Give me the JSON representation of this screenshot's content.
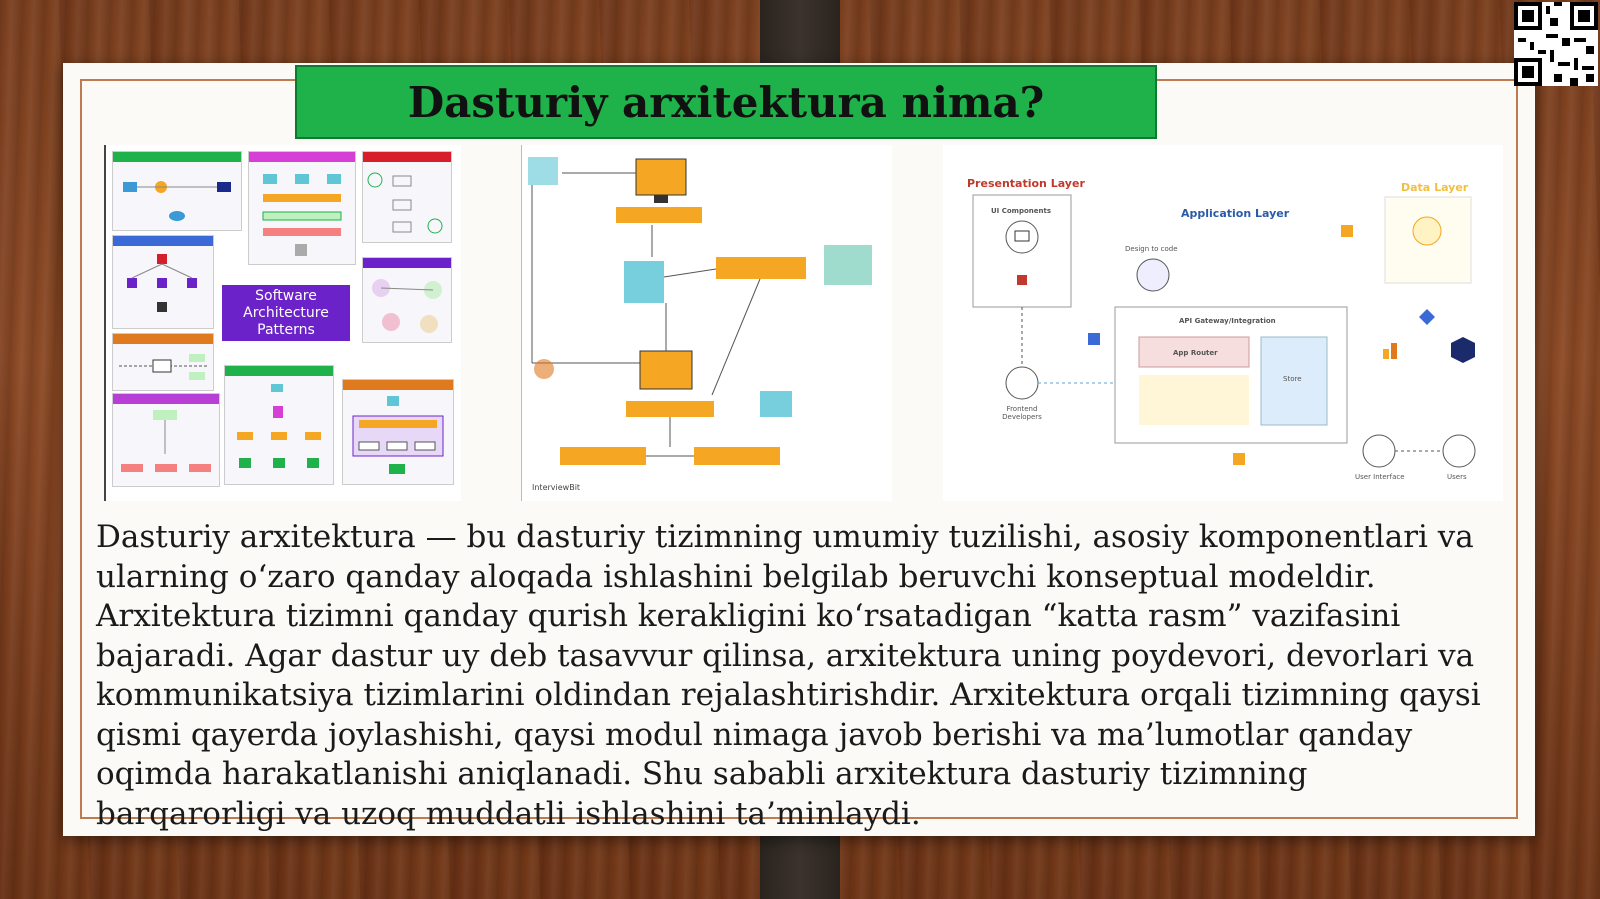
{
  "slide": {
    "title": "Dasturiy arxitektura nima?",
    "body": "Dasturiy arxitektura — bu dasturiy tizimning umumiy tuzilishi, asosiy komponentlari va ularning o‘zaro qanday aloqada ishlashini belgilab beruvchi konseptual modeldir. Arxitektura tizimni qanday qurish kerakligini ko‘rsatadigan “katta rasm” vazifasini bajaradi. Agar dastur uy deb tasavvur qilinsa, arxitektura uning poydevori, devorlari va kommunikatsiya tizimlarini oldindan rejalashtirishdir. Arxitektura orqali tizimning qaysi qismi qayerda joylashishi, qaysi modul nimaga javob berishi va ma’lumotlar qanday oqimda harakatlanishi aniqlanadi. Shu sababli arxitektura dasturiy tizimning barqarorligi va uzoq muddatli ishlashini ta’minlaydi."
  },
  "images": {
    "patterns": {
      "center_label": "Software Architecture Patterns",
      "tile_colors": [
        "#1fb14a",
        "#d63fd6",
        "#d61f2a",
        "#3b6ad6",
        "#6b22c9",
        "#e07a1f",
        "#1fb14a",
        "#b83fd6",
        "#e07a1f"
      ]
    },
    "flow": {
      "watermark": "InterviewBit"
    },
    "layers": {
      "presentation": "Presentation Layer",
      "application": "Application Layer",
      "data": "Data Layer",
      "ui_components": "UI Components",
      "design_to_code": "Design to code",
      "api_gateway": "API Gateway/Integration",
      "app_router": "App Router",
      "store": "Store",
      "frontend_developers": "Frontend Developers",
      "user_interface": "User Interface",
      "users": "Users"
    }
  },
  "colors": {
    "title_bg": "#1fb14a",
    "frame": "#c07a4f",
    "accent_orange": "#f5a623",
    "accent_teal": "#5fc6d6"
  }
}
